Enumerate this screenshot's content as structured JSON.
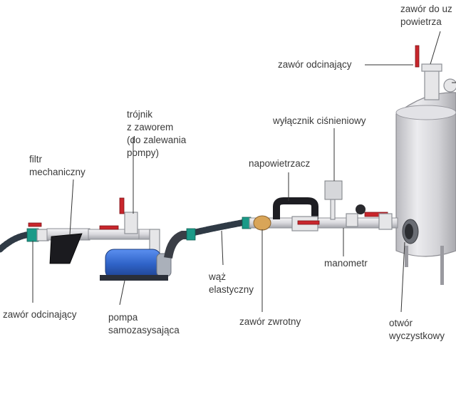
{
  "labels": {
    "vent_valve": [
      "zawór do uz",
      "powietrza"
    ],
    "top_shutoff": "zawór odcinający",
    "pressure_switch": "wyłącznik ciśnieniowy",
    "tee": [
      "trójnik",
      "z zaworem",
      "(do zalewania",
      "pompy)"
    ],
    "filter": [
      "filtr",
      "mechaniczny"
    ],
    "aerator": "napowietrzacz",
    "gauge": "manometr",
    "hose": [
      "wąż",
      "elastyczny"
    ],
    "left_shutoff": "zawór odcinający",
    "pump": [
      "pompa",
      "samozasysająca"
    ],
    "check_valve": "zawór zwrotny",
    "cleanout": [
      "otwór",
      "wyczystkowy"
    ]
  },
  "colors": {
    "pipe": "#e6e6e8",
    "valve_handle": "#c9262c",
    "coupling": "#1b9a88",
    "pump_body": "#2f63c7",
    "tank": "#d9d9dd",
    "hose": "#2f3a45"
  }
}
